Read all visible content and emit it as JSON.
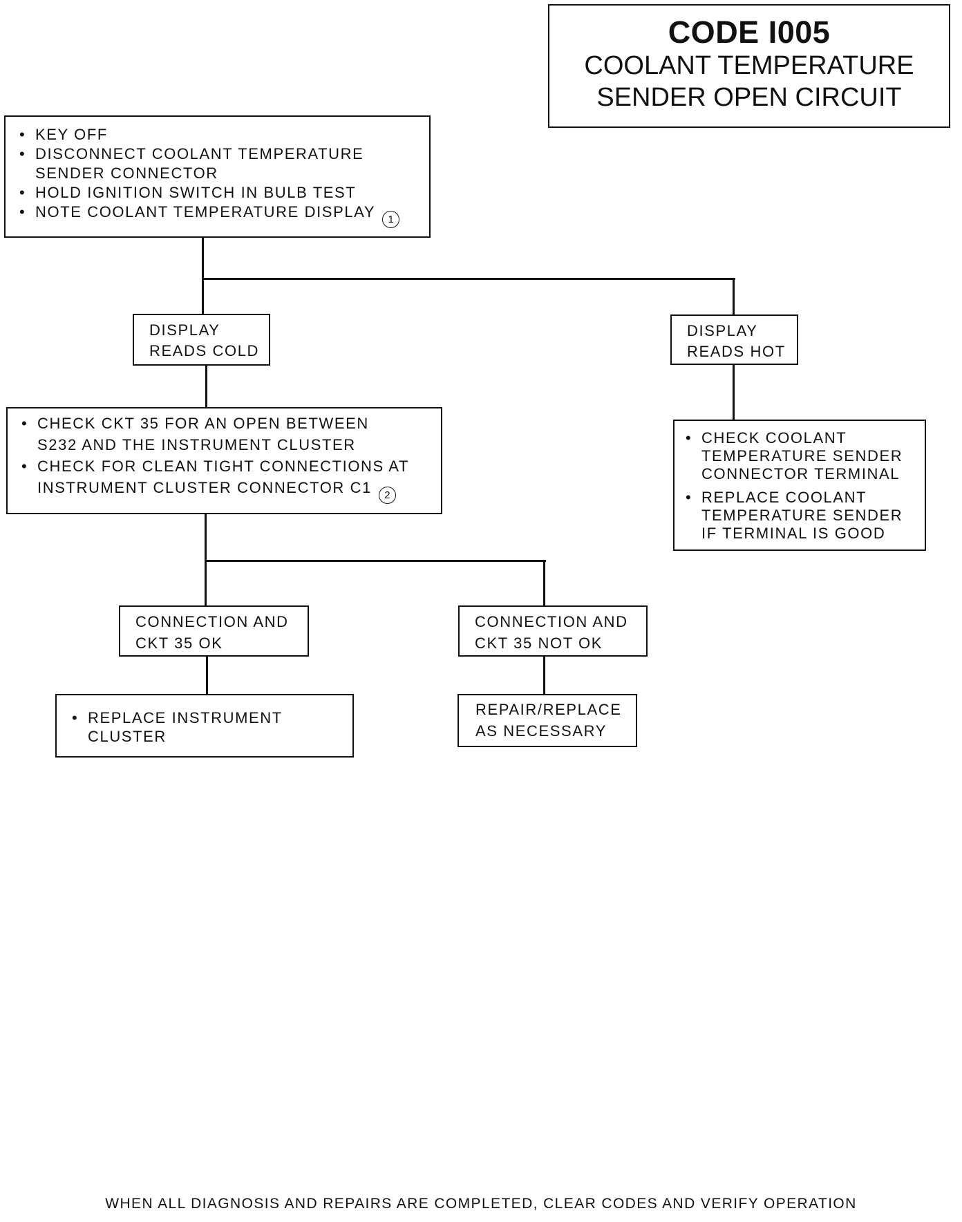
{
  "title": {
    "code": "CODE I005",
    "line1": "COOLANT TEMPERATURE",
    "line2": "SENDER OPEN CIRCUIT"
  },
  "start_box": {
    "items": [
      "KEY OFF",
      "DISCONNECT COOLANT TEMPERATURE SENDER CONNECTOR",
      "HOLD IGNITION SWITCH IN BULB TEST",
      "NOTE COOLANT TEMPERATURE DISPLAY"
    ],
    "note_marker": "1"
  },
  "branch_cold": {
    "line1": "DISPLAY",
    "line2": "READS COLD"
  },
  "branch_hot": {
    "line1": "DISPLAY",
    "line2": "READS HOT"
  },
  "cold_check": {
    "items": [
      "CHECK CKT 35 FOR AN OPEN BETWEEN S232 AND THE INSTRUMENT CLUSTER",
      "CHECK FOR CLEAN TIGHT CONNECTIONS AT INSTRUMENT CLUSTER CONNECTOR C1"
    ],
    "note_marker": "2"
  },
  "hot_action": {
    "items": [
      "CHECK COOLANT TEMPERATURE SENDER CONNECTOR TERMINAL",
      "REPLACE COOLANT TEMPERATURE SENDER IF TERMINAL IS GOOD"
    ]
  },
  "result_ok": {
    "line1": "CONNECTION AND",
    "line2": "CKT 35 OK"
  },
  "result_not_ok": {
    "line1": "CONNECTION AND",
    "line2": "CKT 35 NOT OK"
  },
  "action_ok": {
    "items": [
      "REPLACE INSTRUMENT CLUSTER"
    ]
  },
  "action_not_ok": {
    "line1": "REPAIR/REPLACE",
    "line2": "AS NECESSARY"
  },
  "footer": "WHEN ALL DIAGNOSIS AND REPAIRS ARE COMPLETED, CLEAR CODES AND VERIFY OPERATION"
}
